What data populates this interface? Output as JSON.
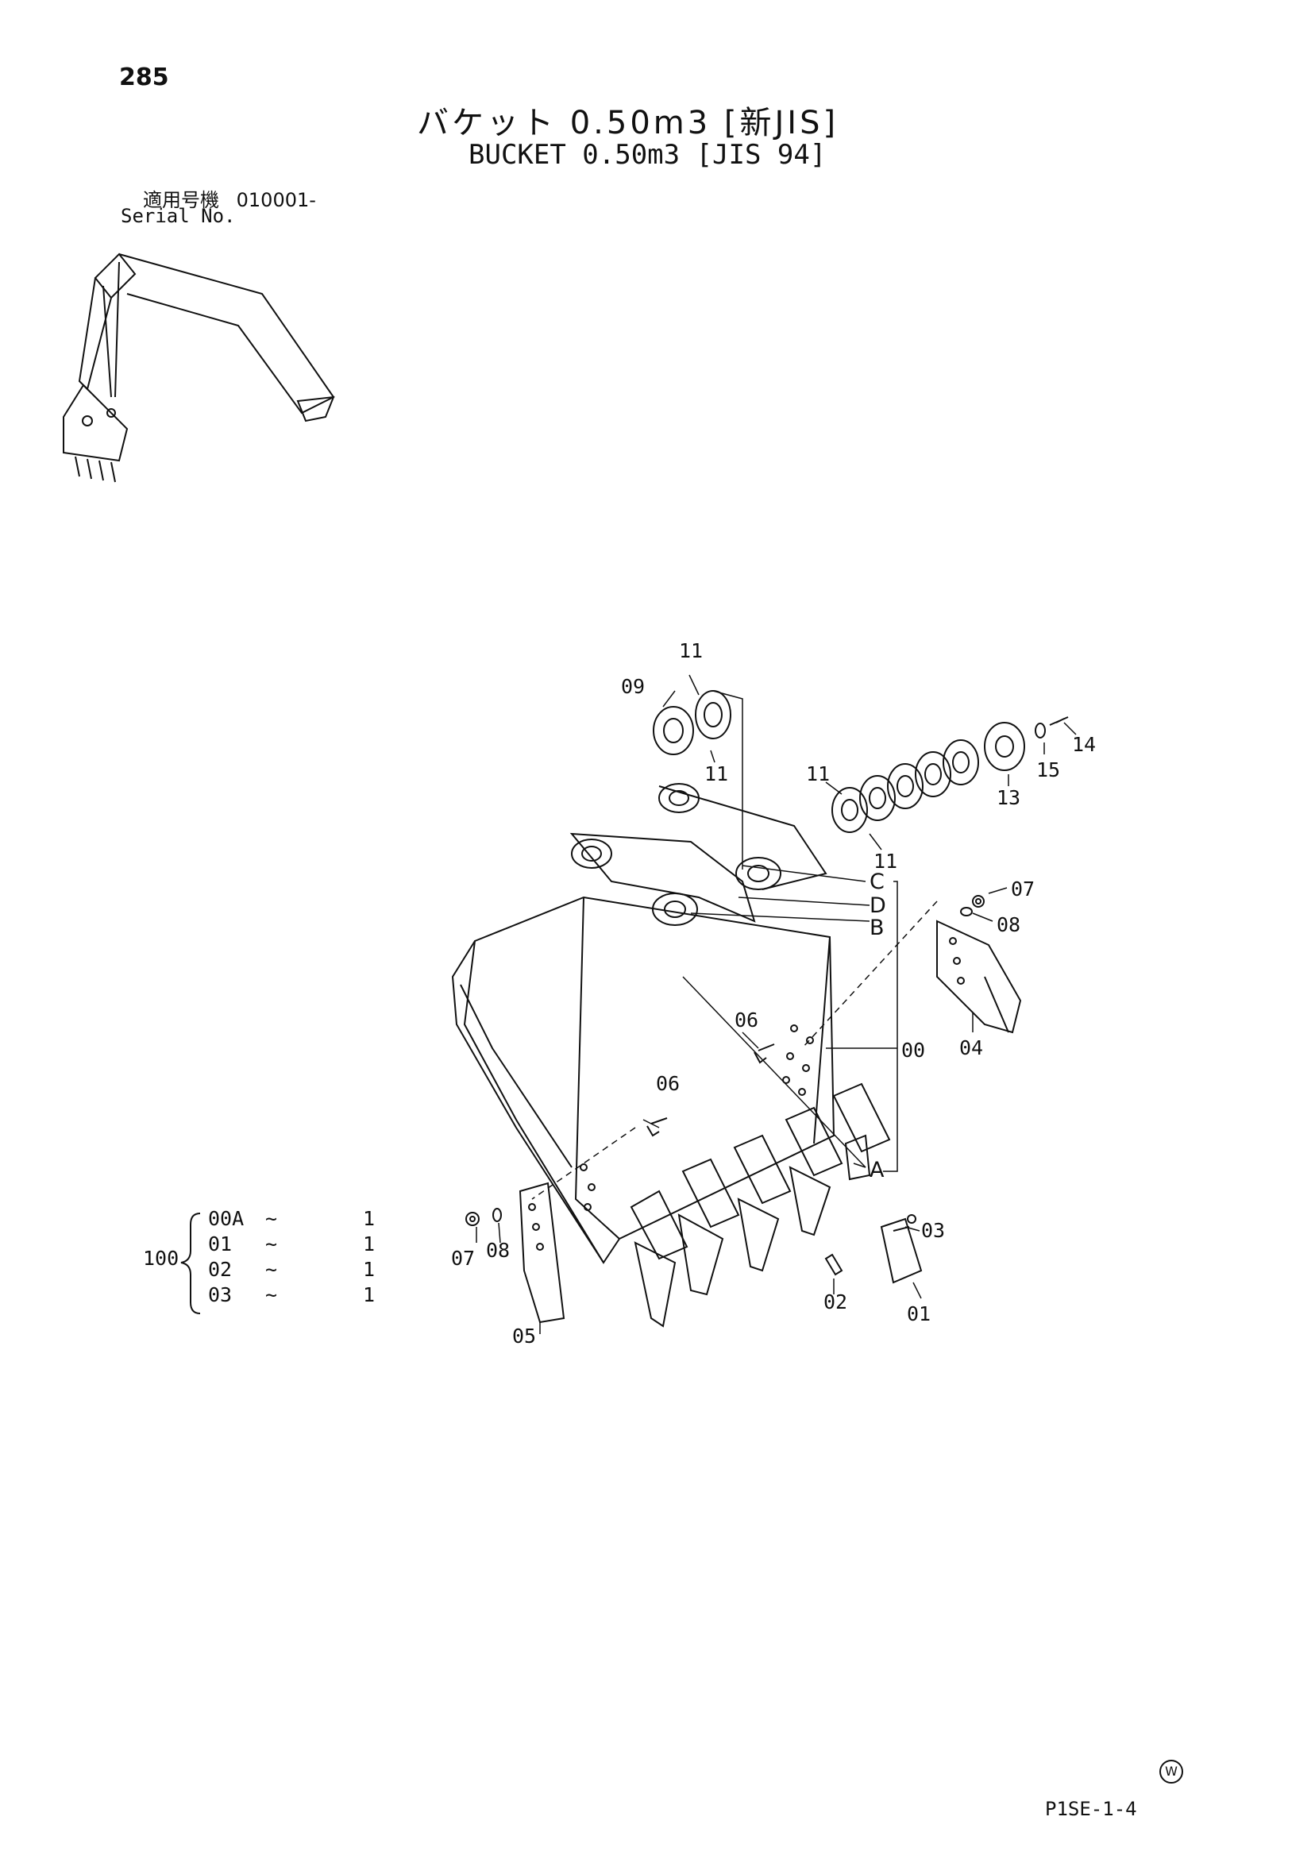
{
  "page_number": "285",
  "title_jp": "バケット 0.50m3 [新JIS]",
  "title_en": "BUCKET 0.50m3 [JIS 94]",
  "serial": {
    "label_jp": "適用号機",
    "value": "010001-",
    "label_en": "Serial No."
  },
  "callouts": {
    "c11_top": "11",
    "c09": "09",
    "c11_mid": "11",
    "c11_ring": "11",
    "c11_ring_b": "11",
    "c14": "14",
    "c15": "15",
    "c13": "13",
    "c07_r": "07",
    "c08_r": "08",
    "c04": "04",
    "c06_mid": "06",
    "c00": "00",
    "c06_low": "06",
    "c03": "03",
    "c02": "02",
    "c01": "01",
    "c07_l": "07",
    "c08_l": "08",
    "c05": "05",
    "ref_c": "C",
    "ref_d": "D",
    "ref_b": "B",
    "ref_a": "A"
  },
  "assembly": {
    "label": "100",
    "rows": [
      {
        "part": "00A",
        "sym": "~",
        "qty": "1"
      },
      {
        "part": "01",
        "sym": "~",
        "qty": "1"
      },
      {
        "part": "02",
        "sym": "~",
        "qty": "1"
      },
      {
        "part": "03",
        "sym": "~",
        "qty": "1"
      }
    ]
  },
  "footer": {
    "code": "P1SE-1-4",
    "mark": "W"
  }
}
